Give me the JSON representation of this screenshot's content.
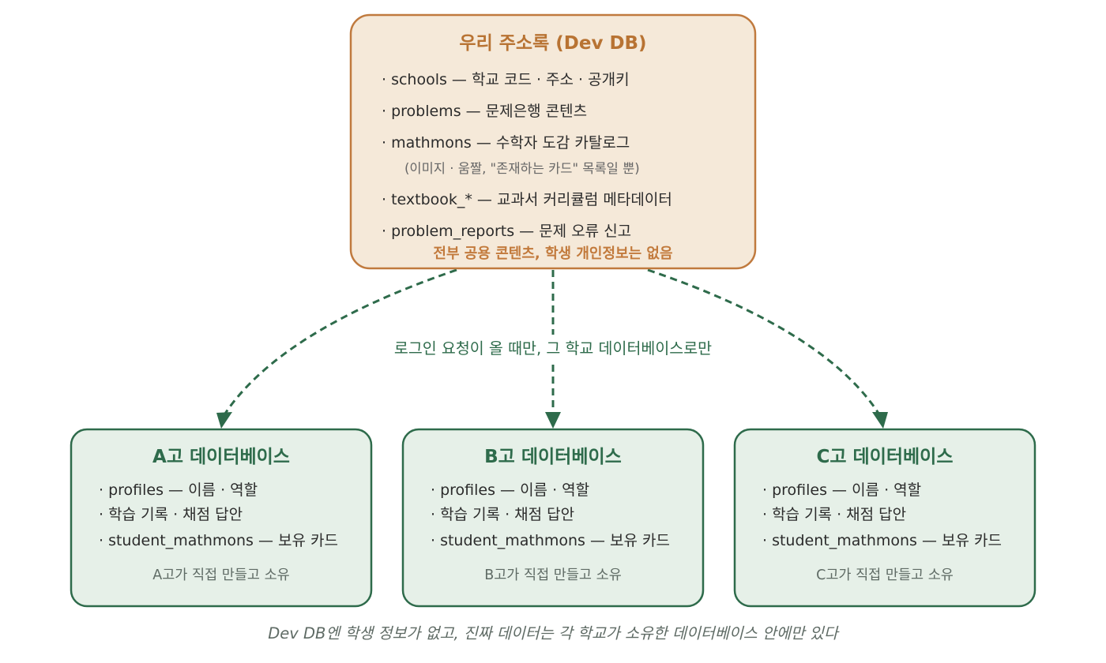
{
  "dev_db": {
    "title": "우리 주소록 (Dev DB)",
    "items": [
      "· schools — 학교 코드 · 주소 · 공개키",
      "· problems — 문제은행 콘텐츠",
      "· mathmons — 수학자 도감 카탈로그",
      "(이미지 · 움짤, \"존재하는 카드\" 목록일 뿐)",
      "· textbook_* — 교과서 커리큘럼 메타데이터",
      "· problem_reports — 문제 오류 신고"
    ],
    "footer": "전부 공용 콘텐츠, 학생 개인정보는 없음"
  },
  "edge_label": "로그인 요청이 올 때만, 그 학교 데이터베이스로만",
  "schools": [
    {
      "title": "A고 데이터베이스",
      "items": [
        "· profiles — 이름 · 역할",
        "· 학습 기록 · 채점 답안",
        "· student_mathmons — 보유 카드"
      ],
      "footer": "A고가 직접 만들고 소유"
    },
    {
      "title": "B고 데이터베이스",
      "items": [
        "· profiles — 이름 · 역할",
        "· 학습 기록 · 채점 답안",
        "· student_mathmons — 보유 카드"
      ],
      "footer": "B고가 직접 만들고 소유"
    },
    {
      "title": "C고 데이터베이스",
      "items": [
        "· profiles — 이름 · 역할",
        "· 학습 기록 · 채점 답안",
        "· student_mathmons — 보유 카드"
      ],
      "footer": "C고가 직접 만들고 소유"
    }
  ],
  "caption": "Dev DB엔 학생 정보가 없고, 진짜 데이터는 각 학교가 소유한 데이터베이스 안에만 있다",
  "colors": {
    "dev_fill": "#f5e9d9",
    "dev_stroke": "#c07a3e",
    "school_fill": "#e6f0e8",
    "school_stroke": "#2e6b4b",
    "arrow": "#2e6b4b"
  }
}
